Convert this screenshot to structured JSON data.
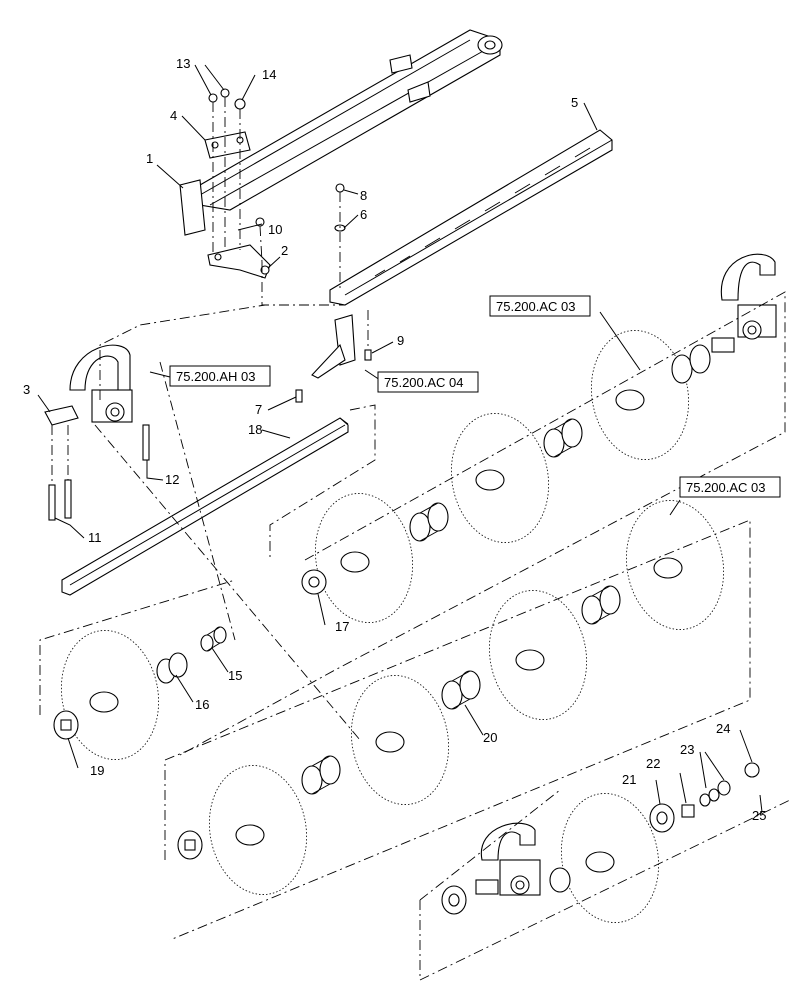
{
  "callouts": {
    "c1": "1",
    "c2": "2",
    "c3": "3",
    "c4": "4",
    "c5": "5",
    "c6": "6",
    "c7": "7",
    "c8": "8",
    "c9": "9",
    "c10": "10",
    "c11": "11",
    "c12": "12",
    "c13": "13",
    "c14": "14",
    "c15": "15",
    "c16": "16",
    "c17": "17",
    "c18": "18",
    "c19": "19",
    "c20": "20",
    "c21": "21",
    "c22": "22",
    "c23": "23",
    "c24": "24",
    "c25": "25"
  },
  "references": {
    "ref_ah03": "75.200.AH 03",
    "ref_ac04": "75.200.AC 04",
    "ref_ac03_upper": "75.200.AC 03",
    "ref_ac03_lower": "75.200.AC 03"
  }
}
